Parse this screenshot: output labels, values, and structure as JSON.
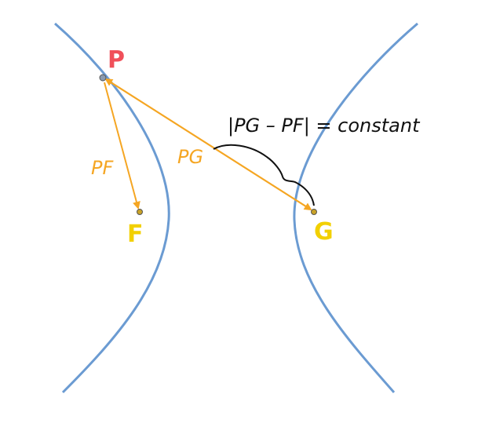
{
  "points": {
    "P": {
      "label": "P"
    },
    "F": {
      "label": "F"
    },
    "G": {
      "label": "G"
    }
  },
  "segments": {
    "pf_label": "PF",
    "pg_label": "PG"
  },
  "equation": "|PG – PF| = constant",
  "colors": {
    "curve": "#6b9bd2",
    "arrow": "#f5a623",
    "point_P": "#f0505a",
    "point_F": "#f2d000",
    "point_G": "#f2d000",
    "segment_labels": "#f5a623",
    "equation": "#111111",
    "brace": "#111111",
    "point_fill": "#c9a227",
    "point_stroke": "#555555"
  }
}
